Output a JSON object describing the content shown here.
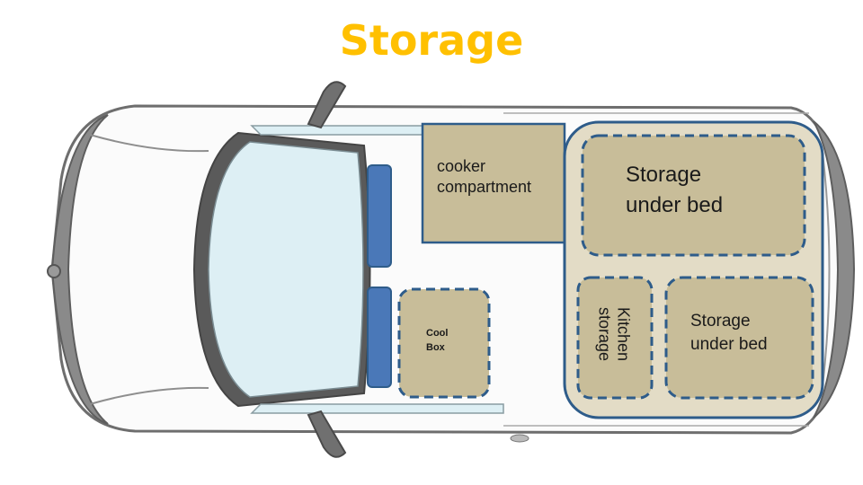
{
  "title": "Storage",
  "colors": {
    "title": "#FFC000",
    "compartment_fill": "#C8BD99",
    "compartment_outline": "#2E5C8A",
    "bed_area_fill": "#E3DCC6",
    "seat_blue": "#4A78B8",
    "van_outline": "#6E6E6E",
    "glass": "#DDEFF4"
  },
  "compartments": {
    "cooker": {
      "lines": [
        "cooker",
        "compartment"
      ]
    },
    "bed_top": {
      "lines": [
        "Storage",
        "under bed"
      ]
    },
    "bed_bottom": {
      "lines": [
        "Storage",
        "under bed"
      ]
    },
    "cool_box": {
      "lines": [
        "Cool",
        "Box"
      ]
    },
    "kitchen": {
      "lines": [
        "Kitchen",
        "storage"
      ]
    }
  }
}
